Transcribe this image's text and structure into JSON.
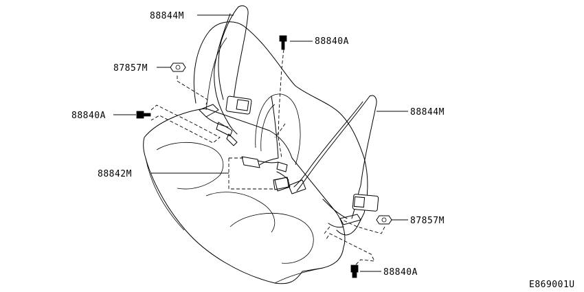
{
  "labels": {
    "belt_upper_left": "88844M",
    "bolt_top": "88840A",
    "nut_upper_left": "87857M",
    "bolt_left": "88840A",
    "belt_right": "88844M",
    "buckle": "88842M",
    "nut_right": "87857M",
    "bolt_bottom": "88840A"
  },
  "diagram_code": "E869001U"
}
